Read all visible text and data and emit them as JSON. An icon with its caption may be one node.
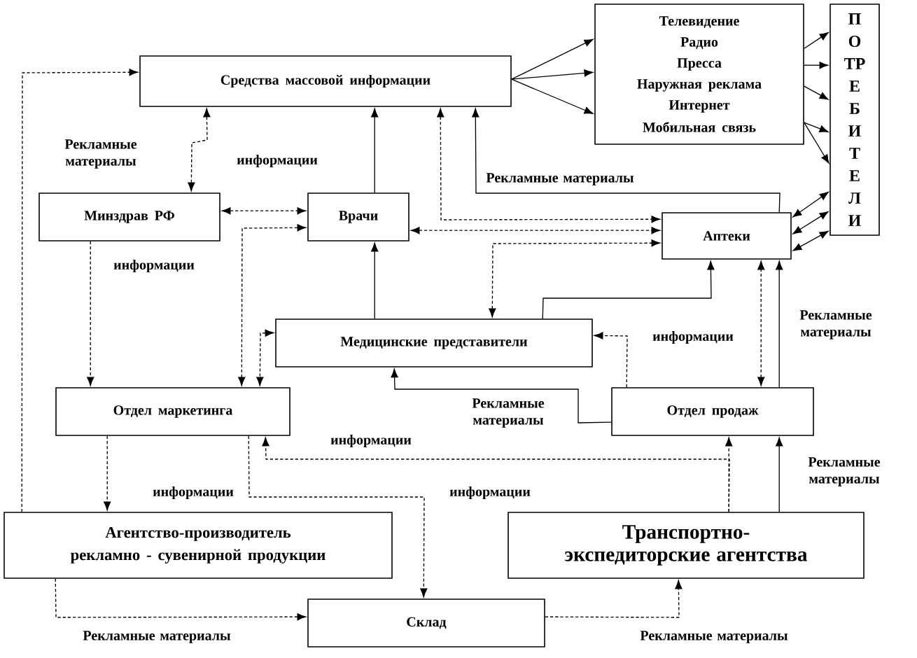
{
  "diagram": {
    "nodes": [
      {
        "text": [
          "Средства массовой информации"
        ]
      },
      {
        "text": [
          "Телевидение",
          "Радио",
          "Пресса",
          "Наружная реклама",
          "Интернет",
          "Мобильная связь"
        ]
      },
      {
        "text": [
          "П О ТР Е Б И Т Е Л И"
        ]
      },
      {
        "text": [
          "Минздрав РФ"
        ]
      },
      {
        "text": [
          "Врачи"
        ]
      },
      {
        "text": [
          "Аптеки"
        ]
      },
      {
        "text": [
          "Медицинские представители"
        ]
      },
      {
        "text": [
          "Отдел маркетинга"
        ]
      },
      {
        "text": [
          "Отдел продаж"
        ]
      },
      {
        "text": [
          "Агентство-производитель рекламно - сувенирной продукции"
        ]
      },
      {
        "text": [
          "Транспортно-экспедиторские агентства"
        ]
      },
      {
        "text": [
          "Склад"
        ]
      }
    ],
    "edges": [
      {
        "from": 0,
        "to": 1,
        "arrow": "to"
      },
      {
        "from": 0,
        "to": 1,
        "arrow": "to"
      },
      {
        "from": 0,
        "to": 1,
        "arrow": "to"
      },
      {
        "from": 1,
        "to": 2,
        "arrow": "to"
      },
      {
        "from": 1,
        "to": 2,
        "arrow": "to"
      },
      {
        "from": 1,
        "to": 2,
        "arrow": "to"
      },
      {
        "from": 1,
        "to": 2,
        "arrow": "to"
      },
      {
        "from": 1,
        "to": 2,
        "arrow": "to"
      },
      {
        "from": 5,
        "to": 2,
        "arrow": "both"
      },
      {
        "from": 5,
        "to": 2,
        "arrow": "both"
      },
      {
        "from": 5,
        "to": 2,
        "arrow": "both"
      },
      {
        "from": 0,
        "to": 3,
        "arrow": "both",
        "style": "dashed"
      },
      {
        "from": 4,
        "to": 0,
        "arrow": "to"
      },
      {
        "from": 0,
        "to": 5,
        "arrow": "both",
        "style": "dashed"
      },
      {
        "from": 4,
        "to": 5,
        "arrow": "both",
        "style": "dashed"
      },
      {
        "from": 6,
        "to": 5,
        "arrow": "both",
        "style": "dashed"
      },
      {
        "from": 6,
        "to": 5,
        "arrow": "to"
      },
      {
        "from": 8,
        "to": 5,
        "arrow": "both",
        "style": "dashed"
      },
      {
        "from": 8,
        "to": 5,
        "arrow": "to"
      },
      {
        "from": 5,
        "to": 0,
        "arrow": "to"
      },
      {
        "from": 3,
        "to": 4,
        "arrow": "both",
        "style": "dashed"
      },
      {
        "from": 7,
        "to": 4,
        "arrow": "both",
        "style": "dashed"
      },
      {
        "from": 6,
        "to": 4,
        "arrow": "to"
      },
      {
        "from": 3,
        "to": 7,
        "arrow": "to",
        "style": "dashed"
      },
      {
        "from": 6,
        "to": 7,
        "arrow": "both",
        "style": "dashed"
      },
      {
        "from": 8,
        "to": 6,
        "arrow": "to"
      },
      {
        "from": 8,
        "to": 6,
        "arrow": "to",
        "style": "dashed"
      },
      {
        "from": 7,
        "to": 9,
        "arrow": "to",
        "style": "dashed"
      },
      {
        "from": 10,
        "to": 7,
        "arrow": "to",
        "style": "dashed"
      },
      {
        "from": 10,
        "to": 8,
        "arrow": "to",
        "style": "dashed"
      },
      {
        "from": 7,
        "to": 11,
        "arrow": "to",
        "style": "dashed"
      },
      {
        "from": 10,
        "to": 8,
        "arrow": "to"
      },
      {
        "from": 9,
        "to": 11,
        "arrow": "to",
        "style": "dashed"
      },
      {
        "from": 11,
        "to": 10,
        "arrow": "to",
        "style": "dashed"
      },
      {
        "from": 9,
        "to": 0,
        "arrow": "to",
        "style": "dashed"
      }
    ],
    "labels": [
      "Рекламные материалы",
      "информации",
      "Рекламные материалы",
      "информации",
      "Рекламные материалы",
      "информации",
      "Рекламные материалы",
      "информации",
      "Рекламные материалы",
      "информации",
      "информации",
      "Рекламные материалы",
      "Рекламные материалы"
    ]
  }
}
